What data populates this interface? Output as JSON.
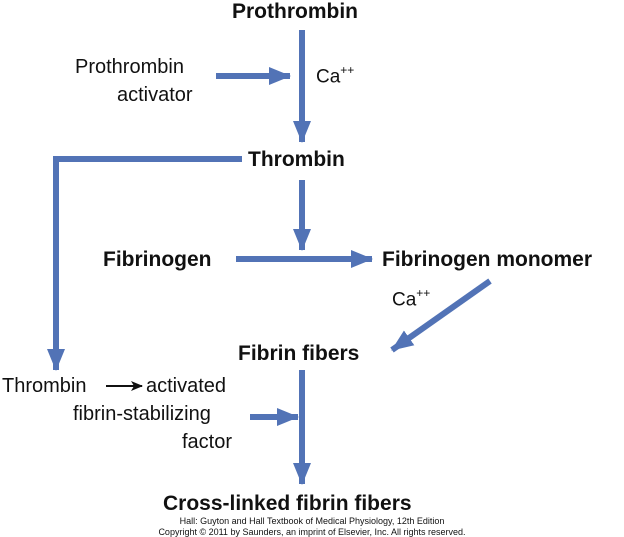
{
  "diagram": {
    "nodes": {
      "prothrombin": "Prothrombin",
      "thrombin": "Thrombin",
      "fibrinogen": "Fibrinogen",
      "fibrinogen_monomer": "Fibrinogen monomer",
      "fibrin_fibers": "Fibrin fibers",
      "cross_linked": "Cross-linked fibrin fibers"
    },
    "inputs": {
      "prothrombin_activator_line1": "Prothrombin",
      "prothrombin_activator_line2": "activator",
      "thrombin_source": "Thrombin",
      "activated": "activated",
      "fibrin_stabilizing": "fibrin-stabilizing",
      "factor": "factor"
    },
    "cofactors": {
      "calcium_base": "Ca",
      "calcium_charge": "++"
    },
    "colors": {
      "arrow": "#5273b6",
      "small_arrow": "#111111"
    }
  },
  "credit": {
    "line1": "Hall: Guyton and Hall Textbook of Medical Physiology, 12th Edition",
    "line2": "Copyright © 2011 by Saunders, an imprint of Elsevier, Inc. All rights reserved."
  }
}
